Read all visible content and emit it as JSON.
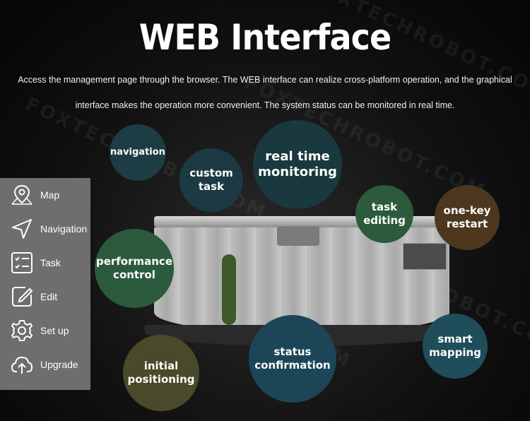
{
  "header": {
    "title": "WEB Interface",
    "description_line1": "Access the management page through the browser. The WEB interface can realize cross-platform operation, and the graphical",
    "description_line2": "interface makes the operation more convenient. The system status can be monitored in real time."
  },
  "watermark": "FOXTECHROBOT.COM",
  "features": [
    {
      "label_1": "navigation",
      "label_2": "",
      "color": "#1d3d44"
    },
    {
      "label_1": "custom",
      "label_2": "task",
      "color": "#1b3a44"
    },
    {
      "label_1": "real time",
      "label_2": "monitoring",
      "color": "#19393f"
    },
    {
      "label_1": "task",
      "label_2": "editing",
      "color": "#2c5a3a"
    },
    {
      "label_1": "one-key",
      "label_2": "restart",
      "color": "#4d381f"
    },
    {
      "label_1": "performance",
      "label_2": "control",
      "color": "#2b5a3c"
    },
    {
      "label_1": "status",
      "label_2": "confirmation",
      "color": "#1c4658"
    },
    {
      "label_1": "smart",
      "label_2": "mapping",
      "color": "#1f4d5a"
    },
    {
      "label_1": "initial",
      "label_2": "positioning",
      "color": "#4a4a2a"
    }
  ],
  "sidebar": {
    "items": [
      {
        "label": "Map",
        "icon": "map-pin-icon"
      },
      {
        "label": "Navigation",
        "icon": "navigation-arrow-icon"
      },
      {
        "label": "Task",
        "icon": "checklist-icon"
      },
      {
        "label": "Edit",
        "icon": "edit-icon"
      },
      {
        "label": "Set up",
        "icon": "gear-icon"
      },
      {
        "label": "Upgrade",
        "icon": "cloud-upload-icon"
      }
    ]
  }
}
